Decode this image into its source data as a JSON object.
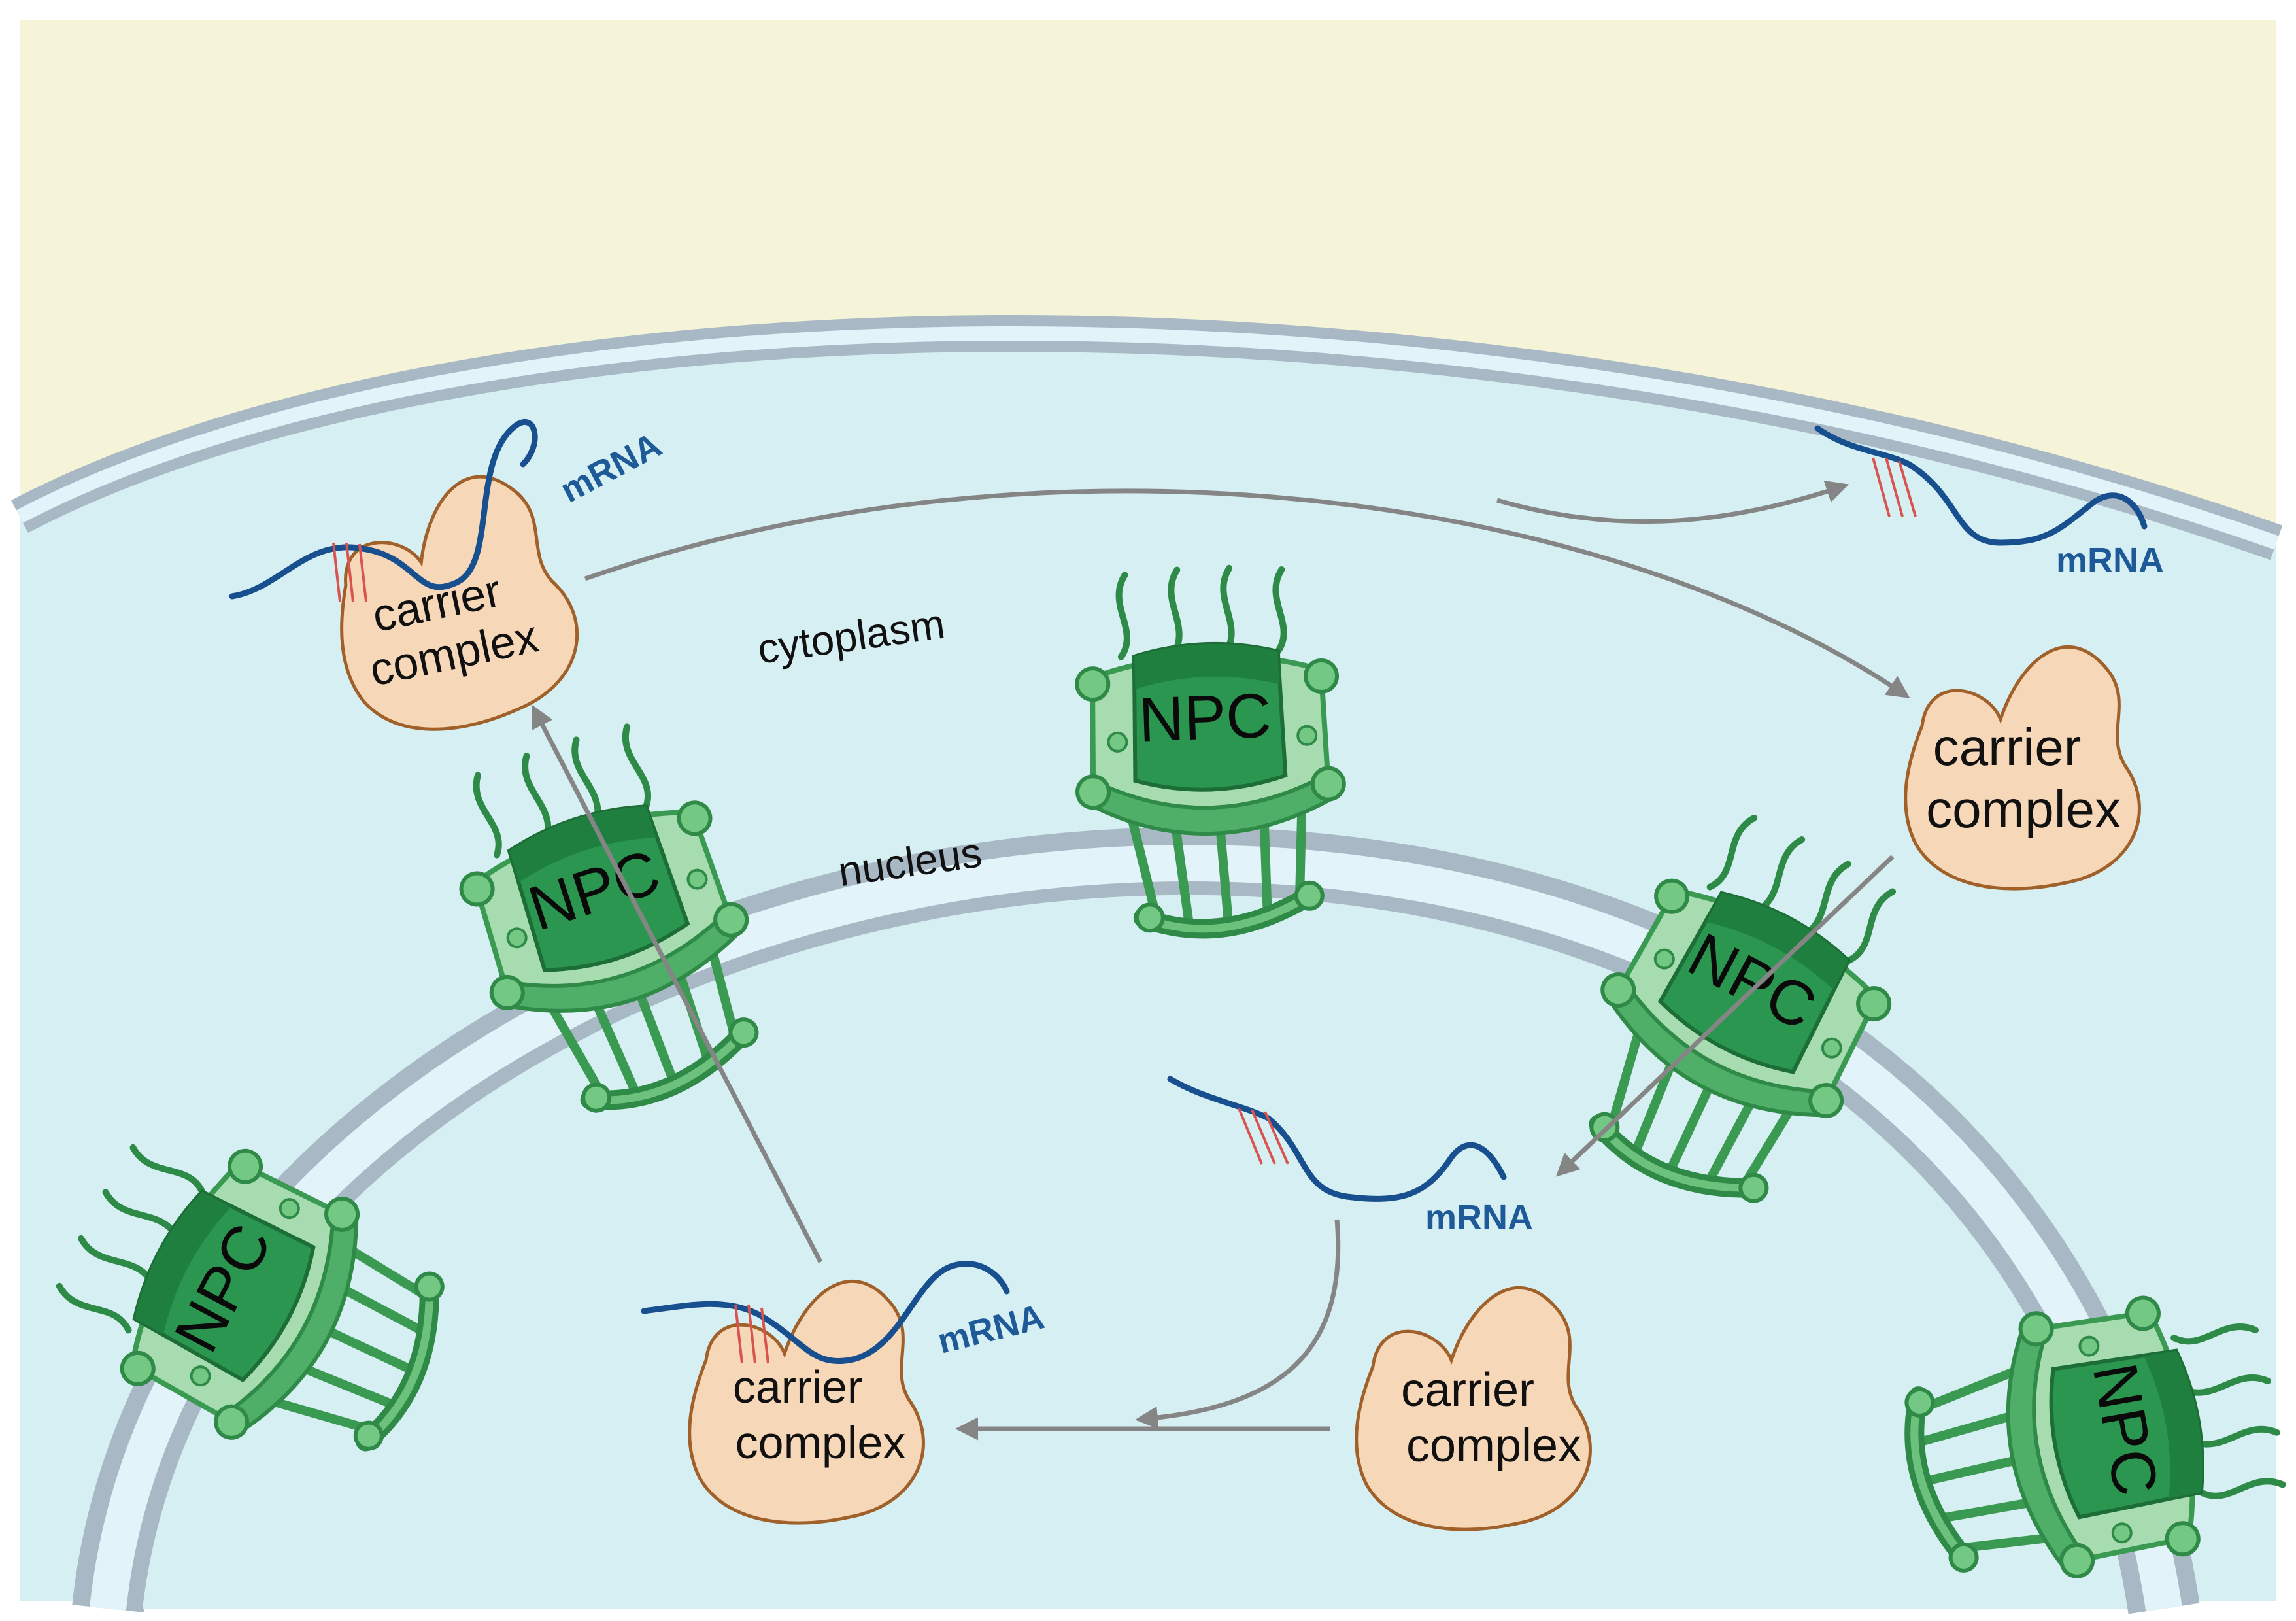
{
  "regions": {
    "cytoplasm": "cytoplasm",
    "nucleus": "nucleus"
  },
  "npc_label": "NPC",
  "carrier_label": {
    "line1": "carrier",
    "line2": "complex"
  },
  "mrna_label": "mRNA",
  "colors": {
    "outside": "#f5f3d8",
    "cytoplasm_fill": "#d6eff3",
    "membrane_edge": "#a8b8c4",
    "membrane_inner": "#e2f3f9",
    "carrier_fill": "#f6d7b8",
    "carrier_stroke": "#a0602a",
    "mrna": "#174f8f",
    "npc_light": "#9bd8a6",
    "npc_mid": "#3aa457",
    "npc_dark": "#1f7a3a",
    "arrow": "#858585"
  }
}
